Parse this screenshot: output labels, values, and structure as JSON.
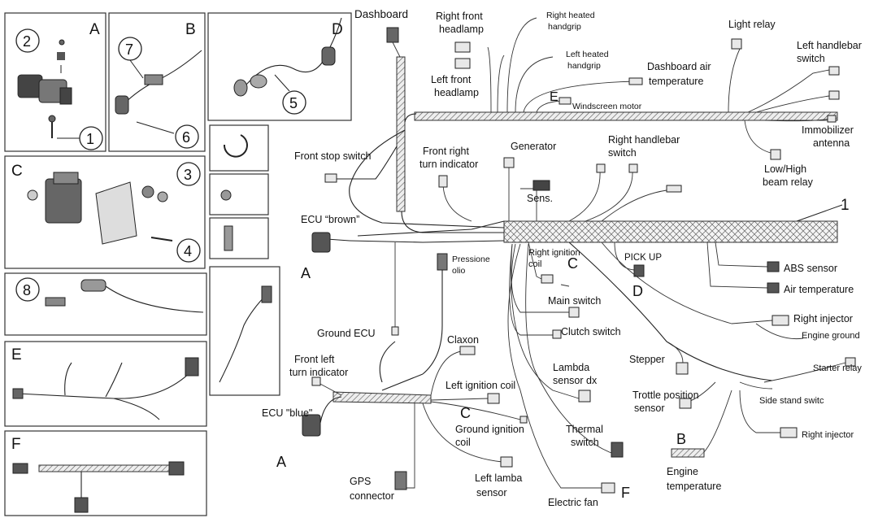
{
  "panels": {
    "A": {
      "letter": "A",
      "callouts": [
        "2",
        "1"
      ]
    },
    "B": {
      "letter": "B",
      "callouts": [
        "7",
        "6"
      ]
    },
    "C": {
      "letter": "C",
      "callouts": [
        "3",
        "4"
      ]
    },
    "D": {
      "letter": "D",
      "callouts": [
        "5"
      ]
    },
    "eight": {
      "callouts": [
        "8"
      ]
    },
    "E": {
      "letter": "E"
    },
    "F": {
      "letter": "F"
    }
  },
  "main_callout": "1",
  "labels": {
    "dashboard": "Dashboard",
    "right_front_headlamp_1": "Right front",
    "right_front_headlamp_2": "headlamp",
    "left_front_headlamp_1": "Left front",
    "left_front_headlamp_2": "headlamp",
    "right_heated_1": "Right heated",
    "right_heated_2": "handgrip",
    "left_heated_1": "Left heated",
    "left_heated_2": "handgrip",
    "dash_air_1": "Dashboard air",
    "dash_air_2": "temperature",
    "light_relay": "Light relay",
    "left_hb_switch_1": "Left handlebar",
    "left_hb_switch_2": "switch",
    "windscreen_motor": "Windscreen motor",
    "letter_E": "E",
    "immobilizer_1": "Immobilizer",
    "immobilizer_2": "antenna",
    "lowhigh_1": "Low/High",
    "lowhigh_2": "beam relay",
    "front_stop_switch": "Front stop switch",
    "front_right_turn_1": "Front right",
    "front_right_turn_2": "turn indicator",
    "generator": "Generator",
    "sens": "Sens.",
    "right_hb_switch_1": "Right handlebar",
    "right_hb_switch_2": "switch",
    "ecu_brown": "ECU “brown”",
    "letter_A1": "A",
    "pressione_1": "Pressione",
    "pressione_2": "olio",
    "right_ign_coil_1": "Right ignition",
    "right_ign_coil_2": "coil",
    "letter_C1": "C",
    "pick_up": "PICK UP",
    "letter_D": "D",
    "abs_sensor": "ABS sensor",
    "air_temperature": "Air temperature",
    "main_switch": "Main switch",
    "right_injector_1": "Right injector",
    "engine_ground": "Engine ground",
    "ground_ecu": "Ground ECU",
    "clutch_switch": "Clutch switch",
    "claxon": "Claxon",
    "stepper": "Stepper",
    "starter_relay": "Starter relay",
    "front_left_turn_1": "Front left",
    "front_left_turn_2": "turn indicator",
    "lambda_dx_1": "Lambda",
    "lambda_dx_2": "sensor dx",
    "trottle_1": "Trottle position",
    "trottle_2": "sensor",
    "side_stand": "Side stand switc",
    "left_ign_coil": "Left ignition coil",
    "letter_C2": "C",
    "ecu_blue": "ECU \"blue\"",
    "right_injector_2": "Right injector",
    "ground_ign_1": "Ground ignition",
    "ground_ign_2": "coil",
    "thermal_1": "Thermal",
    "thermal_2": "switch",
    "letter_B": "B",
    "letter_A2": "A",
    "engine_temp_1": "Engine",
    "engine_temp_2": "temperature",
    "gps_1": "GPS",
    "gps_2": "connector",
    "left_lamba_1": "Left lamba",
    "left_lamba_2": "sensor",
    "electric_fan": "Electric fan",
    "letter_F": "F"
  }
}
